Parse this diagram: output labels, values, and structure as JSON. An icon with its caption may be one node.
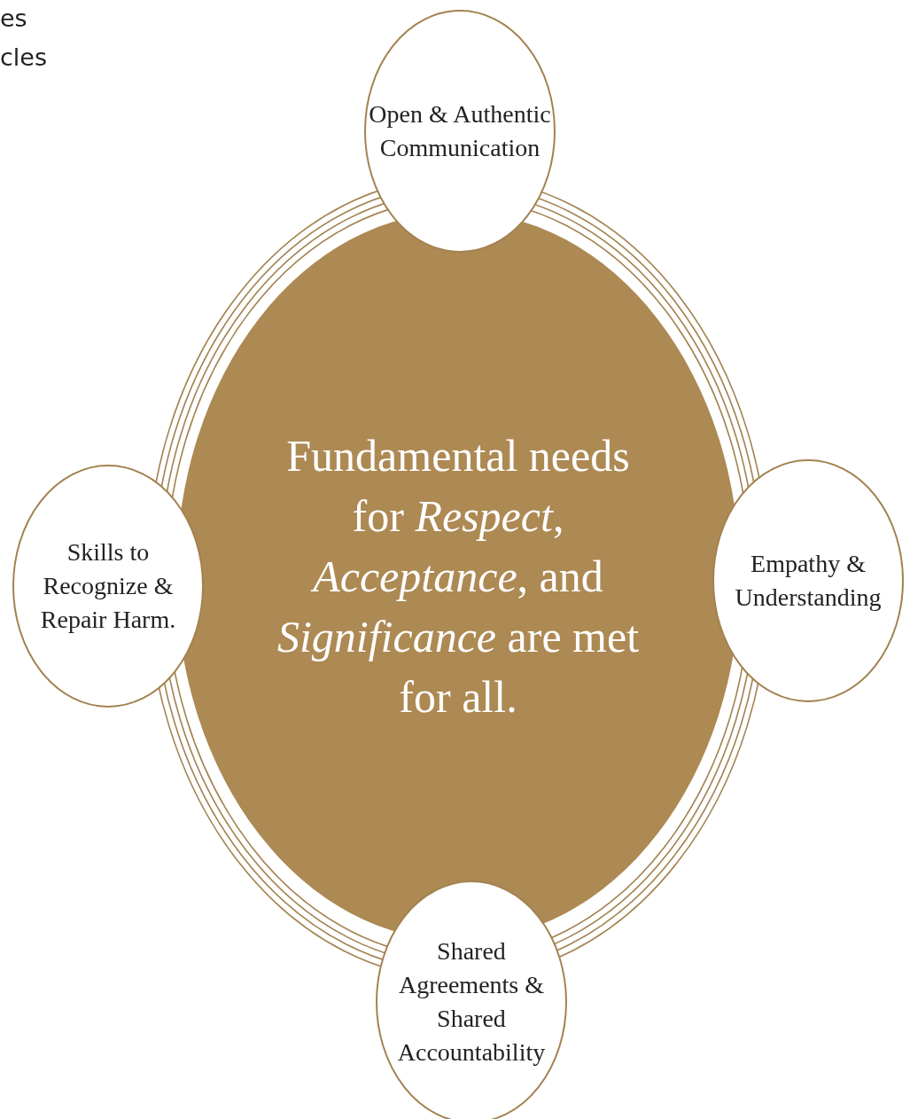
{
  "diagram": {
    "nodes": [
      {
        "text": [
          "Fundamental needs for *Respect*, *Acceptance*, and *Significance* are met for all."
        ]
      },
      {
        "text": [
          "Open & Authentic Communication"
        ]
      },
      {
        "text": [
          "Skills to Recognize & Repair Harm."
        ]
      },
      {
        "text": [
          "Empathy & Understanding"
        ]
      },
      {
        "text": [
          "Shared Agreements & Shared Accountability"
        ]
      }
    ],
    "labels": [
      "es",
      "cles"
    ]
  }
}
